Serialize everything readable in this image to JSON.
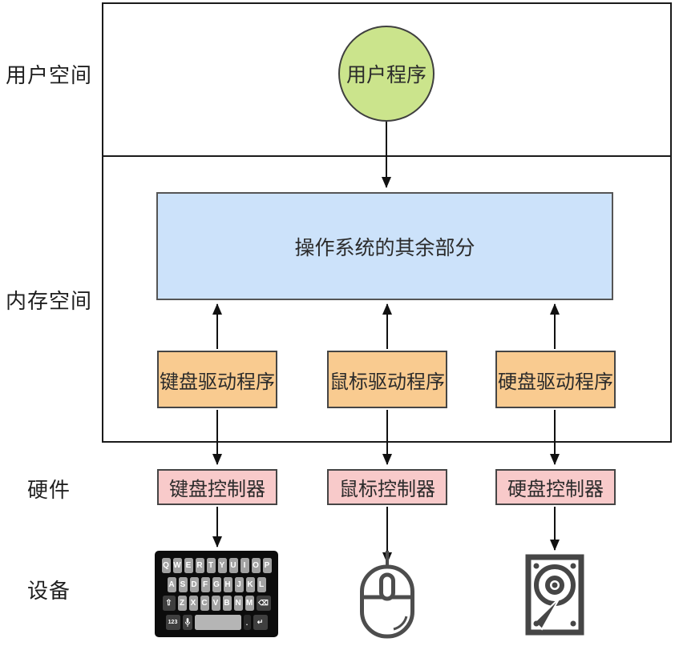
{
  "labels": {
    "user_space": "用户空间",
    "memory_space": "内存空间",
    "hardware": "硬件",
    "device": "设备"
  },
  "nodes": {
    "user_program": "用户程序",
    "os_rest": "操作系统的其余部分",
    "keyboard_driver": "键盘驱动程序",
    "mouse_driver": "鼠标驱动程序",
    "disk_driver": "硬盘驱动程序",
    "keyboard_controller": "键盘控制器",
    "mouse_controller": "鼠标控制器",
    "disk_controller": "硬盘控制器"
  },
  "icons": [
    "keyboard-icon",
    "mouse-icon",
    "hard-disk-icon"
  ],
  "keyboard": {
    "row1": [
      "Q",
      "W",
      "E",
      "R",
      "T",
      "Y",
      "U",
      "I",
      "O",
      "P"
    ],
    "row2": [
      "A",
      "S",
      "D",
      "F",
      "G",
      "H",
      "J",
      "K",
      "L"
    ],
    "row3": [
      "Z",
      "X",
      "C",
      "V",
      "B",
      "N",
      "M"
    ],
    "shift_key": "⇧",
    "backspace_key": "⌫",
    "num_key": "123",
    "period_key": ".",
    "return_key": "↵"
  },
  "colors": {
    "user_program_fill": "#cbe48c",
    "os_fill": "#cce2fa",
    "driver_fill": "#f9cb90",
    "controller_fill": "#f8caca",
    "node_border": "#454545",
    "frame_border": "#1a1a1a",
    "arrow": "#111111"
  }
}
